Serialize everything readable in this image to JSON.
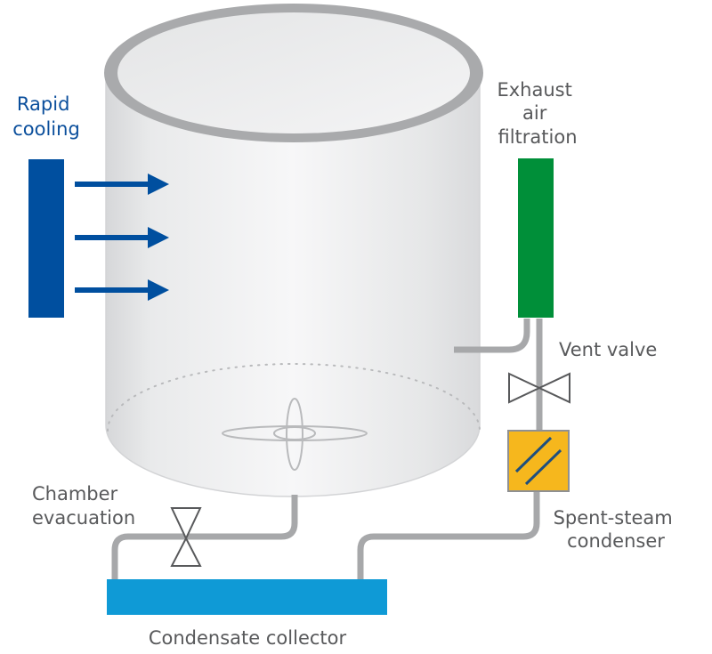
{
  "title": "Sterilizer chamber schematic",
  "colors": {
    "cooling_blue": "#004f9f",
    "filter_green": "#008f39",
    "condenser_yellow": "#f6b71d",
    "collector_blue": "#0f9ad6",
    "pipe_gray": "#a7a8aa",
    "text_gray": "#58595b",
    "text_blue": "#0b4f9c"
  },
  "labels": {
    "rapid_cooling": [
      "Rapid",
      "cooling"
    ],
    "exhaust_air_filtration": [
      "Exhaust",
      "air",
      "filtration"
    ],
    "vent_valve": "Vent valve",
    "spent_steam_condenser": [
      "Spent-steam",
      "condenser"
    ],
    "chamber_evacuation": [
      "Chamber",
      "evacuation"
    ],
    "condensate_collector": "Condensate collector"
  },
  "components": [
    {
      "id": "chamber",
      "icon": "cylinder-chamber-icon"
    },
    {
      "id": "cooling-unit",
      "icon": "cooling-panel-icon",
      "arrows": 3
    },
    {
      "id": "exhaust-filter",
      "icon": "filter-icon"
    },
    {
      "id": "vent-valve",
      "icon": "valve-icon"
    },
    {
      "id": "condenser",
      "icon": "heat-exchanger-icon"
    },
    {
      "id": "evacuation-valve",
      "icon": "valve-icon"
    },
    {
      "id": "fan",
      "icon": "fan-icon"
    },
    {
      "id": "collector",
      "icon": "collector-tank-icon"
    }
  ]
}
